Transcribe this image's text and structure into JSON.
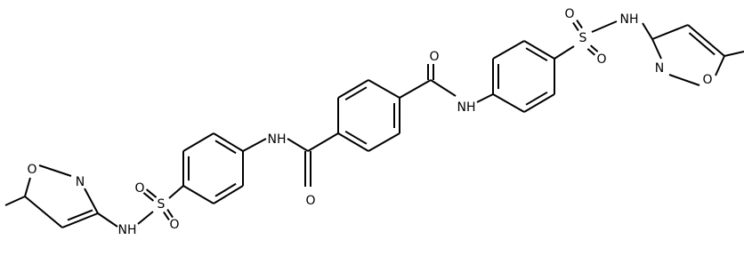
{
  "structure": {
    "atom_labels": {
      "o_left_ring": "O",
      "n_left_ring": "N",
      "nh_left_sulfonamide": "NH",
      "s_left": "S",
      "o_left_sulfonyl_top": "O",
      "o_left_sulfonyl_bottom": "O",
      "nh_left_amide": "NH",
      "o_left_carbonyl": "O",
      "o_right_carbonyl": "O",
      "nh_right_amide": "NH",
      "s_right": "S",
      "o_right_sulfonyl_top": "O",
      "o_right_sulfonyl_bottom": "O",
      "nh_right_sulfonamide": "NH",
      "n_right_ring": "N",
      "o_right_ring": "O"
    }
  }
}
